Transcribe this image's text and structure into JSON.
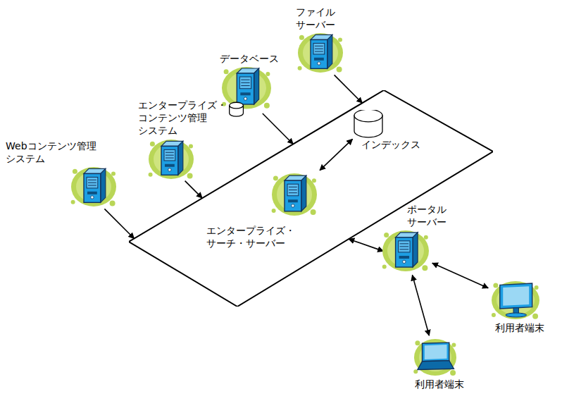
{
  "diagram": {
    "nodes": [
      {
        "text": [
          "ファイル サーバー"
        ]
      },
      {
        "text": [
          "データベース"
        ]
      },
      {
        "text": [
          "エンタープライズ・ コンテンツ管理 システム"
        ]
      },
      {
        "text": [
          "Webコンテンツ管理 システム"
        ]
      },
      {
        "text": [
          "エンタープライズ・ サーチ・サーバー"
        ]
      },
      {
        "text": [
          "インデックス"
        ],
        "in": 4
      },
      {
        "text": [
          "ポータル サーバー"
        ]
      },
      {
        "text": [
          "利用者端末"
        ]
      },
      {
        "text": [
          "利用者端末"
        ]
      }
    ],
    "edges": [
      {
        "from": 0,
        "to": 4,
        "arrow": "to"
      },
      {
        "from": 1,
        "to": 4,
        "arrow": "to"
      },
      {
        "from": 2,
        "to": 4,
        "arrow": "to"
      },
      {
        "from": 3,
        "to": 4,
        "arrow": "to"
      },
      {
        "from": 4,
        "to": 5,
        "arrow": "both"
      },
      {
        "from": 4,
        "to": 6,
        "arrow": "both"
      },
      {
        "from": 6,
        "to": 7,
        "arrow": "both"
      },
      {
        "from": 6,
        "to": 8,
        "arrow": "both"
      }
    ]
  }
}
